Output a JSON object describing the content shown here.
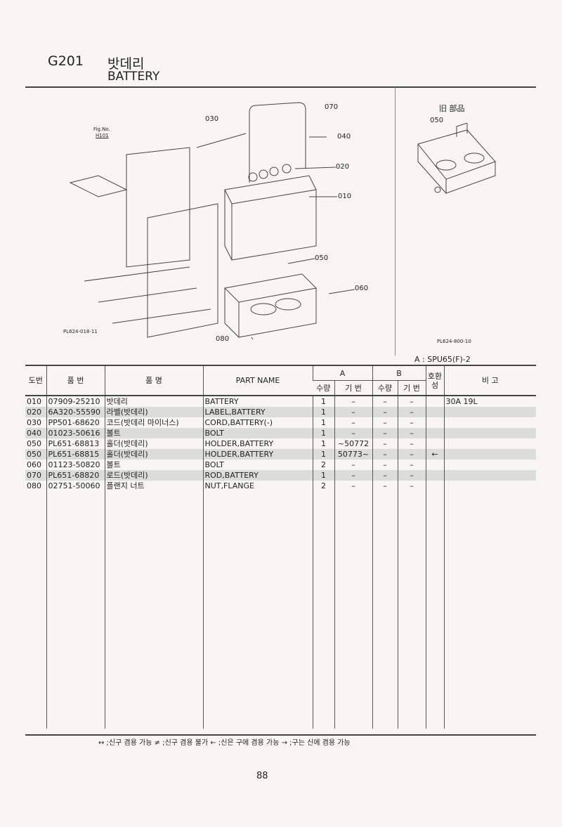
{
  "header": {
    "code": "G201",
    "title_ko": "밧데리",
    "title_en": "BATTERY"
  },
  "diagram": {
    "callouts": [
      "070",
      "030",
      "040",
      "020",
      "010",
      "050",
      "060",
      "080"
    ],
    "fig_no_label": "Fig.No.",
    "fig_no": "H101",
    "main_drawing_id": "PL624-018-11",
    "old_parts_title": "旧 部品",
    "old_part_callout": "050",
    "old_drawing_id": "PL624-800-10"
  },
  "model_label": "A : SPU65(F)-2",
  "table": {
    "headers": {
      "ref": "도번",
      "part_no": "품  번",
      "name_ko": "품        명",
      "part_name": "PART  NAME",
      "group_a": "A",
      "group_b": "B",
      "qty": "수량",
      "serial": "기 번",
      "compat": "호환성",
      "remarks": "비   고"
    },
    "rows": [
      {
        "ref": "010",
        "part_no": "07909-25210",
        "name_ko": "밧데리",
        "part_name": "BATTERY",
        "a_qty": "1",
        "a_serial": "–",
        "b_qty": "–",
        "b_serial": "–",
        "compat": "",
        "remarks": "30A 19L",
        "shaded": false
      },
      {
        "ref": "020",
        "part_no": "6A320-55590",
        "name_ko": "라벨(밧데리)",
        "part_name": "LABEL,BATTERY",
        "a_qty": "1",
        "a_serial": "–",
        "b_qty": "–",
        "b_serial": "–",
        "compat": "",
        "remarks": "",
        "shaded": true
      },
      {
        "ref": "030",
        "part_no": "PP501-68620",
        "name_ko": "코드(밧데리 마이너스)",
        "part_name": "CORD,BATTERY(-)",
        "a_qty": "1",
        "a_serial": "–",
        "b_qty": "–",
        "b_serial": "–",
        "compat": "",
        "remarks": "",
        "shaded": false
      },
      {
        "ref": "040",
        "part_no": "01023-50616",
        "name_ko": "볼트",
        "part_name": "BOLT",
        "a_qty": "1",
        "a_serial": "–",
        "b_qty": "–",
        "b_serial": "–",
        "compat": "",
        "remarks": "",
        "shaded": true
      },
      {
        "ref": "050",
        "part_no": "PL651-68813",
        "name_ko": "홀더(밧데리)",
        "part_name": "HOLDER,BATTERY",
        "a_qty": "1",
        "a_serial": "~50772",
        "b_qty": "–",
        "b_serial": "–",
        "compat": "",
        "remarks": "",
        "shaded": false
      },
      {
        "ref": "050",
        "part_no": "PL651-68815",
        "name_ko": "홀더(밧데리)",
        "part_name": "HOLDER,BATTERY",
        "a_qty": "1",
        "a_serial": "50773~",
        "b_qty": "–",
        "b_serial": "–",
        "compat": "←",
        "remarks": "",
        "shaded": true
      },
      {
        "ref": "060",
        "part_no": "01123-50820",
        "name_ko": "볼트",
        "part_name": "BOLT",
        "a_qty": "2",
        "a_serial": "–",
        "b_qty": "–",
        "b_serial": "–",
        "compat": "",
        "remarks": "",
        "shaded": false
      },
      {
        "ref": "070",
        "part_no": "PL651-68820",
        "name_ko": "로드(밧데리)",
        "part_name": "ROD,BATTERY",
        "a_qty": "1",
        "a_serial": "–",
        "b_qty": "–",
        "b_serial": "–",
        "compat": "",
        "remarks": "",
        "shaded": true
      },
      {
        "ref": "080",
        "part_no": "02751-50060",
        "name_ko": "플랜지 너트",
        "part_name": "NUT,FLANGE",
        "a_qty": "2",
        "a_serial": "–",
        "b_qty": "–",
        "b_serial": "–",
        "compat": "",
        "remarks": "",
        "shaded": false
      }
    ]
  },
  "legend": "↔ ;신구 겸용 가능   ≠ ;신구 겸용 불가   ← ;신은 구에 겸용 가능   → ;구는 신에 겸용 가능",
  "page_number": "88"
}
